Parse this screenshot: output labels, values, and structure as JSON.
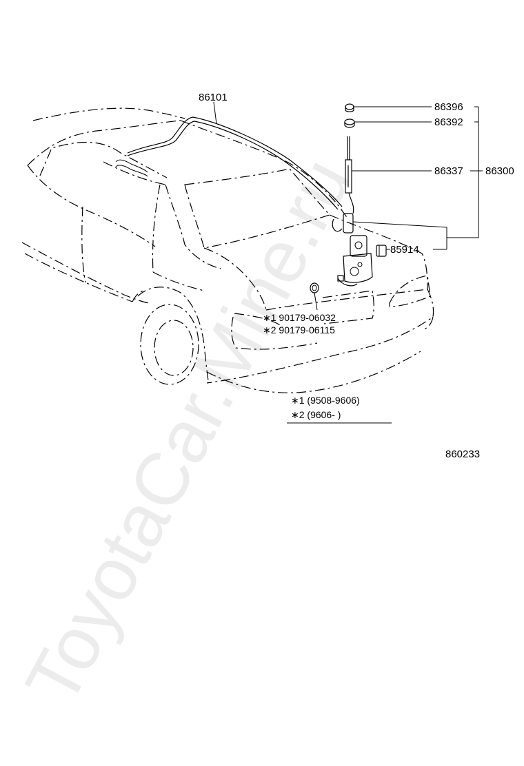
{
  "watermark": "ToyotaCar.Mine.ru",
  "part_labels": {
    "moulding": "86101",
    "cap": "86396",
    "nut": "86392",
    "mast": "86337",
    "antenna_assy": "86300",
    "relay": "85914"
  },
  "notes": {
    "bolt1": "∗1  90179-06032",
    "bolt2": "∗2  90179-06115",
    "period1": "∗1 (9508-9606)",
    "period2": "∗2 (9606-       )"
  },
  "diagram_code": "860233"
}
